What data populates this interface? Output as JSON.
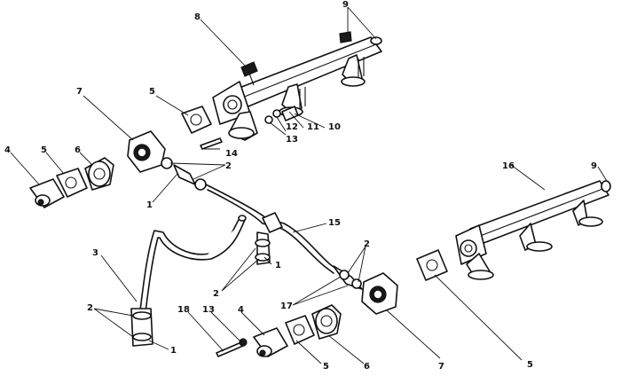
{
  "callouts": {
    "c1a": "1",
    "c1b": "1",
    "c1c": "1",
    "c2a": "2",
    "c2b": "2",
    "c2c": "2",
    "c2d": "2",
    "c3": "3",
    "c4a": "4",
    "c4b": "4",
    "c5a": "5",
    "c5b": "5",
    "c5c": "5",
    "c5d": "5",
    "c6a": "6",
    "c6b": "6",
    "c7a": "7",
    "c7b": "7",
    "c8": "8",
    "c9a": "9",
    "c9b": "9",
    "c10": "10",
    "c11": "11",
    "c12": "12",
    "c13a": "13",
    "c13b": "13",
    "c14": "14",
    "c15": "15",
    "c16": "16",
    "c17": "17",
    "c18": "18"
  }
}
